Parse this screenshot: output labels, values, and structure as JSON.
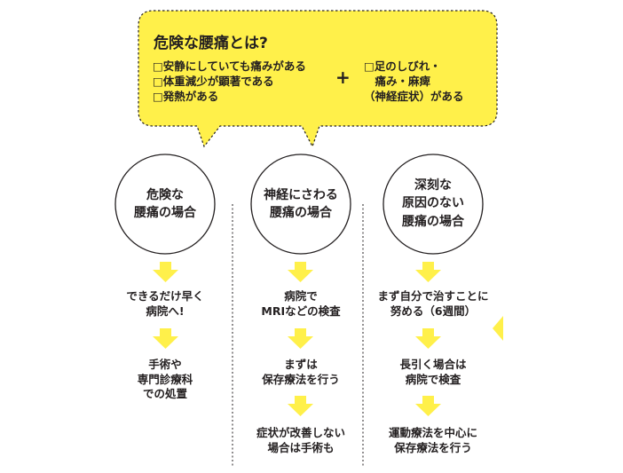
{
  "bubble": {
    "title": "危険な腰痛とは?",
    "left_items": [
      "□安静にしていても痛みがある",
      "□体重減少が顕著である",
      "□発熱がある"
    ],
    "plus": "+",
    "right_items": [
      "□足のしびれ・",
      "　痛み・麻痺",
      "（神経症状）がある"
    ]
  },
  "columns": [
    {
      "circle": "危険な\n腰痛の場合",
      "steps": [
        "できるだけ早く\n病院へ!",
        "手術や\n専門診療科\nでの処置"
      ]
    },
    {
      "circle": "神経にさわる\n腰痛の場合",
      "steps": [
        "病院で\nMRIなどの検査",
        "まずは\n保存療法を行う",
        "症状が改善しない\n場合は手術も"
      ]
    },
    {
      "circle": "深刻な\n原因のない\n腰痛の場合",
      "steps": [
        "まず自分で治すことに\n努める（6週間）",
        "長引く場合は\n病院で検査",
        "運動療法を中心に\n保存療法を行う"
      ]
    }
  ],
  "colors": {
    "accent_yellow": "#fff04a",
    "bubble_fill": "#fff04a",
    "line": "#231f20"
  }
}
